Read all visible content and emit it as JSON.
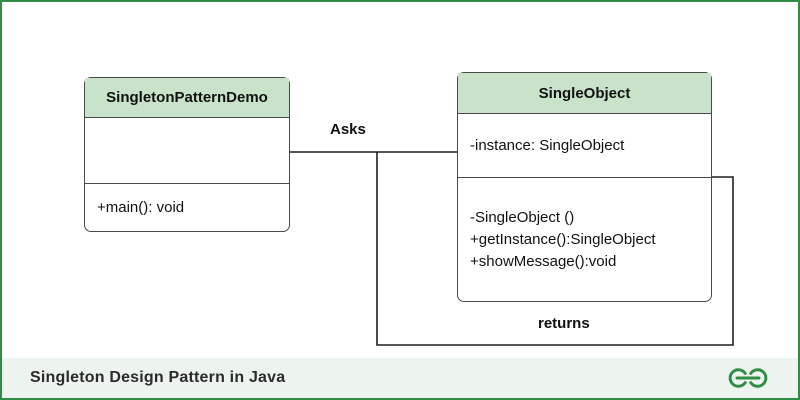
{
  "diagram": {
    "left_class": {
      "name": "SingletonPatternDemo",
      "attributes": [],
      "methods": [
        "+main(): void"
      ]
    },
    "right_class": {
      "name": "SingleObject",
      "attributes": [
        "-instance: SingleObject"
      ],
      "methods": [
        "-SingleObject ()",
        "+getInstance():SingleObject",
        "+showMessage():void"
      ]
    },
    "labels": {
      "asks": "Asks",
      "returns": "returns"
    }
  },
  "footer": {
    "caption": "Singleton Design Pattern in Java",
    "logo": "geeksforgeeks-logo"
  },
  "colors": {
    "frame_green": "#2f8d46",
    "header_green": "#c9e3ca",
    "footer_bg": "#edf3ee",
    "line_color": "#1f1f1f",
    "box_border": "#4a4a4a",
    "logo_green": "#2f8d46"
  }
}
